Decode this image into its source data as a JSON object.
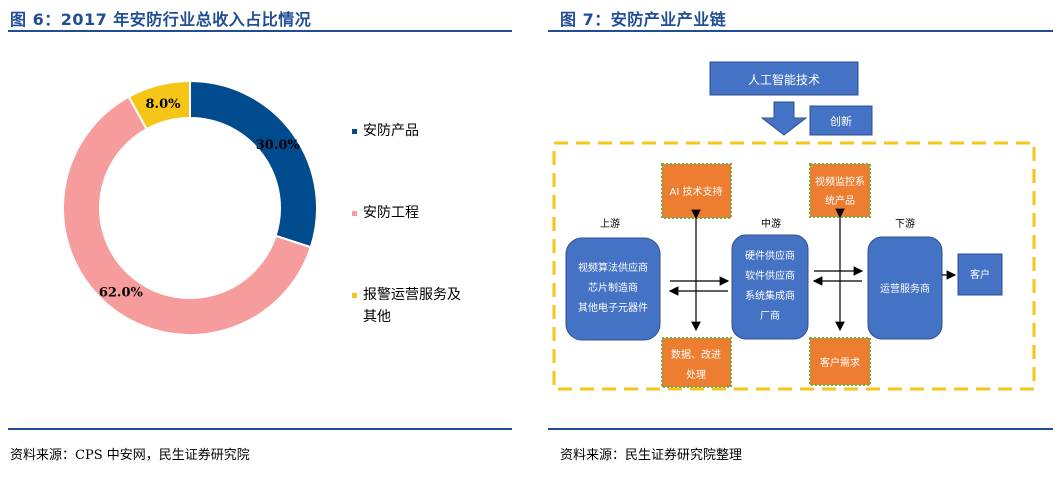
{
  "left_panel": {
    "title": "图 6：2017 年安防行业总收入占比情况",
    "source": "资料来源：CPS 中安网，民生证券研究院"
  },
  "right_panel": {
    "title": "图 7：安防产业产业链",
    "source": "资料来源：民生证券研究院整理"
  },
  "chart_data": {
    "type": "pie",
    "variant": "donut",
    "categories": [
      "安防产品",
      "安防工程",
      "报警运营服务及其他"
    ],
    "values": [
      30.0,
      62.0,
      8.0
    ],
    "data_labels": [
      "30.0%",
      "62.0%",
      "8.0%"
    ],
    "colors": [
      "#004b8d",
      "#f79c9c",
      "#f5c518"
    ],
    "legend_position": "right"
  },
  "legend": [
    {
      "label": "安防产品",
      "color": "#004b8d"
    },
    {
      "label": "安防工程",
      "color": "#f79c9c"
    },
    {
      "label_line1": "报警运营服务及",
      "label_line2": "其他",
      "color": "#f5c518"
    }
  ],
  "flow": {
    "ai_tech": "人工智能技术",
    "innovation": "创新",
    "upstream_label": "上游",
    "midstream_label": "中游",
    "downstream_label": "下游",
    "upstream": [
      "视频算法供应商",
      "芯片制造商",
      "其他电子元器件"
    ],
    "midstream": [
      "硬件供应商",
      "软件供应商",
      "系统集成商",
      "厂商"
    ],
    "downstream": "运营服务商",
    "customer": "客户",
    "ai_support": "AI 技术支持",
    "data_processing": [
      "数据、改进",
      "处理"
    ],
    "video_products": [
      "视频监控系",
      "统产品"
    ],
    "customer_needs": "客户需求",
    "colors": {
      "blue": "#4472c4",
      "orange": "#ed7d31",
      "dash": "#f5c518",
      "green_dot": "#70ad47"
    }
  }
}
